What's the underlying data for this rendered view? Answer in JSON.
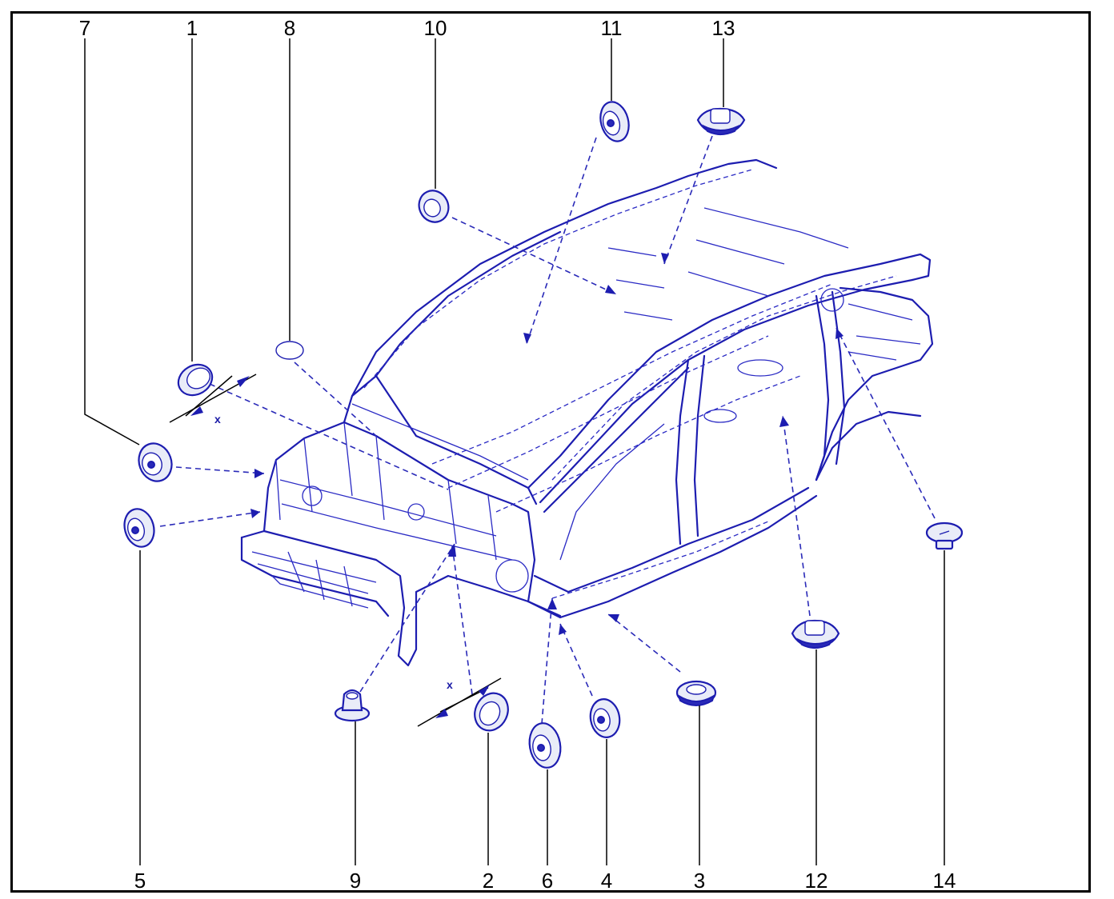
{
  "callouts": [
    {
      "id": "c1",
      "label": "1"
    },
    {
      "id": "c2",
      "label": "2"
    },
    {
      "id": "c3",
      "label": "3"
    },
    {
      "id": "c4",
      "label": "4"
    },
    {
      "id": "c5",
      "label": "5"
    },
    {
      "id": "c6",
      "label": "6"
    },
    {
      "id": "c7",
      "label": "7"
    },
    {
      "id": "c8",
      "label": "8"
    },
    {
      "id": "c9",
      "label": "9"
    },
    {
      "id": "c10",
      "label": "10"
    },
    {
      "id": "c11",
      "label": "11"
    },
    {
      "id": "c12",
      "label": "12"
    },
    {
      "id": "c13",
      "label": "13"
    },
    {
      "id": "c14",
      "label": "14"
    }
  ],
  "dimension_labels": {
    "upper_x": "x",
    "lower_x": "x"
  },
  "colors": {
    "line_art": "#1d1db0",
    "frame": "#000000"
  }
}
